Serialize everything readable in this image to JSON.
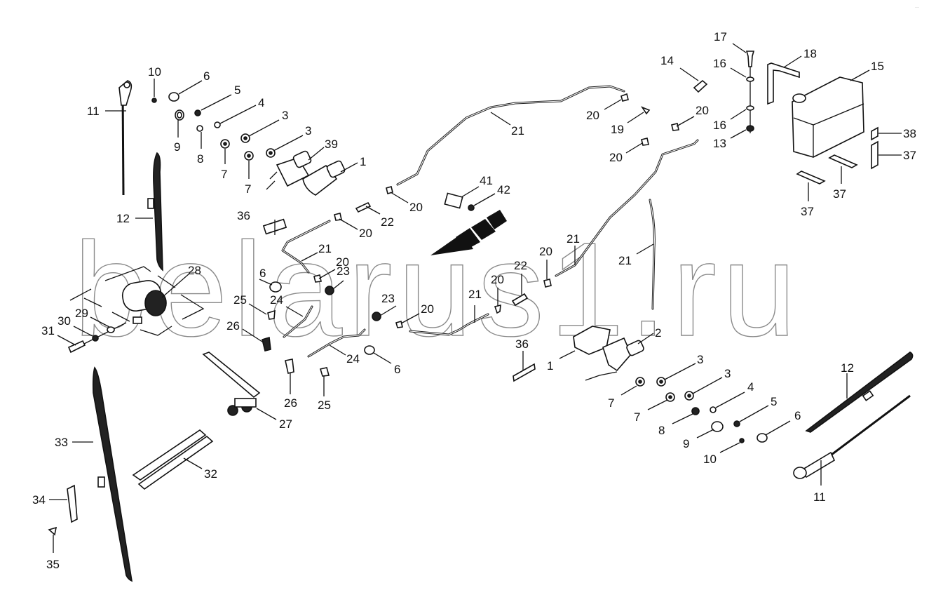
{
  "diagram": {
    "title": "Windshield wiper and washer system - exploded parts view",
    "watermark": "belarus1.ru",
    "corner_mark": "···",
    "colors": {
      "ink": "#111111",
      "watermark": "#8a8a8a",
      "background": "#ffffff"
    },
    "callouts": {
      "front_left": [
        "10",
        "6",
        "5",
        "4",
        "3",
        "3",
        "39",
        "1",
        "11",
        "9",
        "8",
        "7",
        "7",
        "12"
      ],
      "rear_left": [
        "28",
        "29",
        "30",
        "31",
        "25",
        "26",
        "24",
        "24",
        "6",
        "26",
        "25",
        "27",
        "32",
        "33",
        "34",
        "35"
      ],
      "center": [
        "21",
        "20",
        "20",
        "22",
        "36",
        "21",
        "20",
        "23",
        "23",
        "20",
        "21",
        "20",
        "41",
        "42"
      ],
      "right_top": [
        "17",
        "18",
        "15",
        "14",
        "16",
        "16",
        "13",
        "20",
        "19",
        "20",
        "20",
        "38",
        "37",
        "37",
        "37"
      ],
      "right_middle": [
        "21",
        "21",
        "20",
        "22",
        "2",
        "1",
        "36",
        "3",
        "3",
        "4",
        "5",
        "6",
        "7",
        "7",
        "8",
        "9",
        "10",
        "12",
        "11"
      ]
    },
    "arrow_icon": "direction-arrow-icon"
  }
}
